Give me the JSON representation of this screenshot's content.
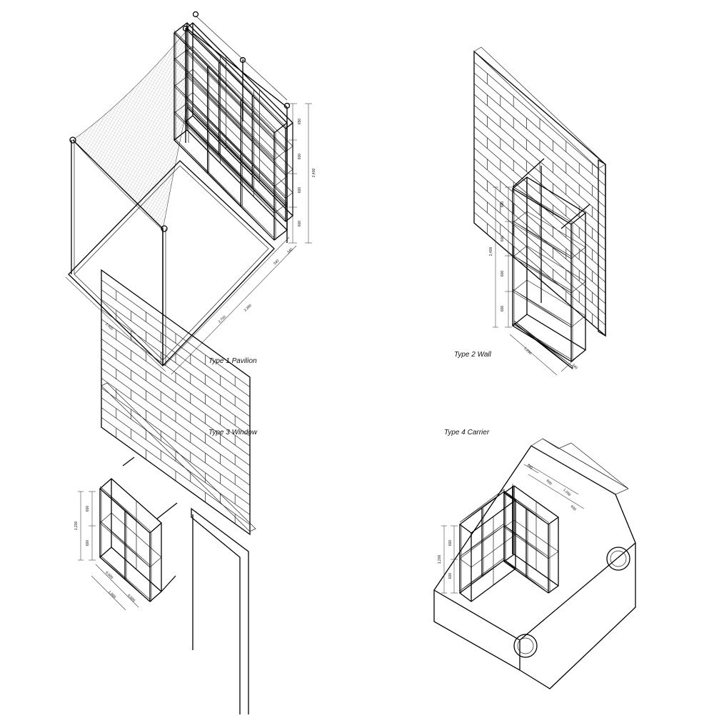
{
  "captions": {
    "type1": "Type 1 Pavilion",
    "type2": "Type 2 Wall",
    "type3": "Type 3 Window",
    "type4": "Type 4 Carrier"
  },
  "type1_dims": {
    "d650": "650",
    "d600a": "600",
    "d600b": "600",
    "d600c": "600",
    "total_h": "2,400",
    "d340a": "340",
    "d340b": "340",
    "d2700": "2,700",
    "d3380": "3,380",
    "d2400": "2,400"
  },
  "type2_dims": {
    "d600a": "600",
    "d600b": "600",
    "d600c": "600",
    "d600d": "600",
    "total_h": "2,400",
    "d1200": "1,200",
    "d340": "340"
  },
  "type3_dims": {
    "d600a": "600",
    "d600b": "600",
    "total_h": "1,200",
    "w6000a": "6,000",
    "w6000b": "6,000",
    "w1000": "1,000"
  },
  "type4_dims": {
    "d340": "340",
    "d600a": "600",
    "d1200": "1,200",
    "d600b": "600",
    "d600c": "600",
    "d600d": "600",
    "total_h": "1,200"
  }
}
